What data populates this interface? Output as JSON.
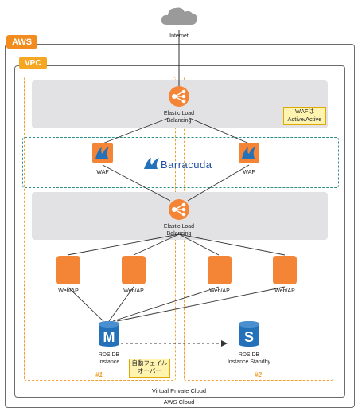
{
  "internet": {
    "label": "Internet"
  },
  "aws": {
    "tag": "AWS",
    "footer": "AWS Cloud"
  },
  "vpc": {
    "tag": "VPC",
    "footer": "Virtual Private Cloud"
  },
  "elb_top": {
    "label": "Elastic Load\nBalancing"
  },
  "elb_mid": {
    "label": "Elastic Load\nBalancing"
  },
  "waf_note": {
    "text": "WAFは\nActive/Active"
  },
  "waf": {
    "left_label": "WAF",
    "right_label": "WAF",
    "brand": "Barracuda"
  },
  "web_servers": [
    {
      "label": "Web/AP"
    },
    {
      "label": "Web/AP"
    },
    {
      "label": "Web/AP"
    },
    {
      "label": "Web/AP"
    }
  ],
  "rds_master": {
    "letter": "M",
    "label": "RDS DB\nInstance"
  },
  "rds_standby": {
    "letter": "S",
    "label": "RDS DB\nInstance Standby"
  },
  "failover_note": {
    "text": "自動フェイル\nオーバー"
  },
  "az_left": {
    "label": "#1"
  },
  "az_right": {
    "label": "#2"
  },
  "colors": {
    "orange": "#f58536",
    "amber": "#f0a030",
    "teal": "#2a8f86",
    "blue": "#2372b9",
    "gray": "#e2e2e4"
  }
}
